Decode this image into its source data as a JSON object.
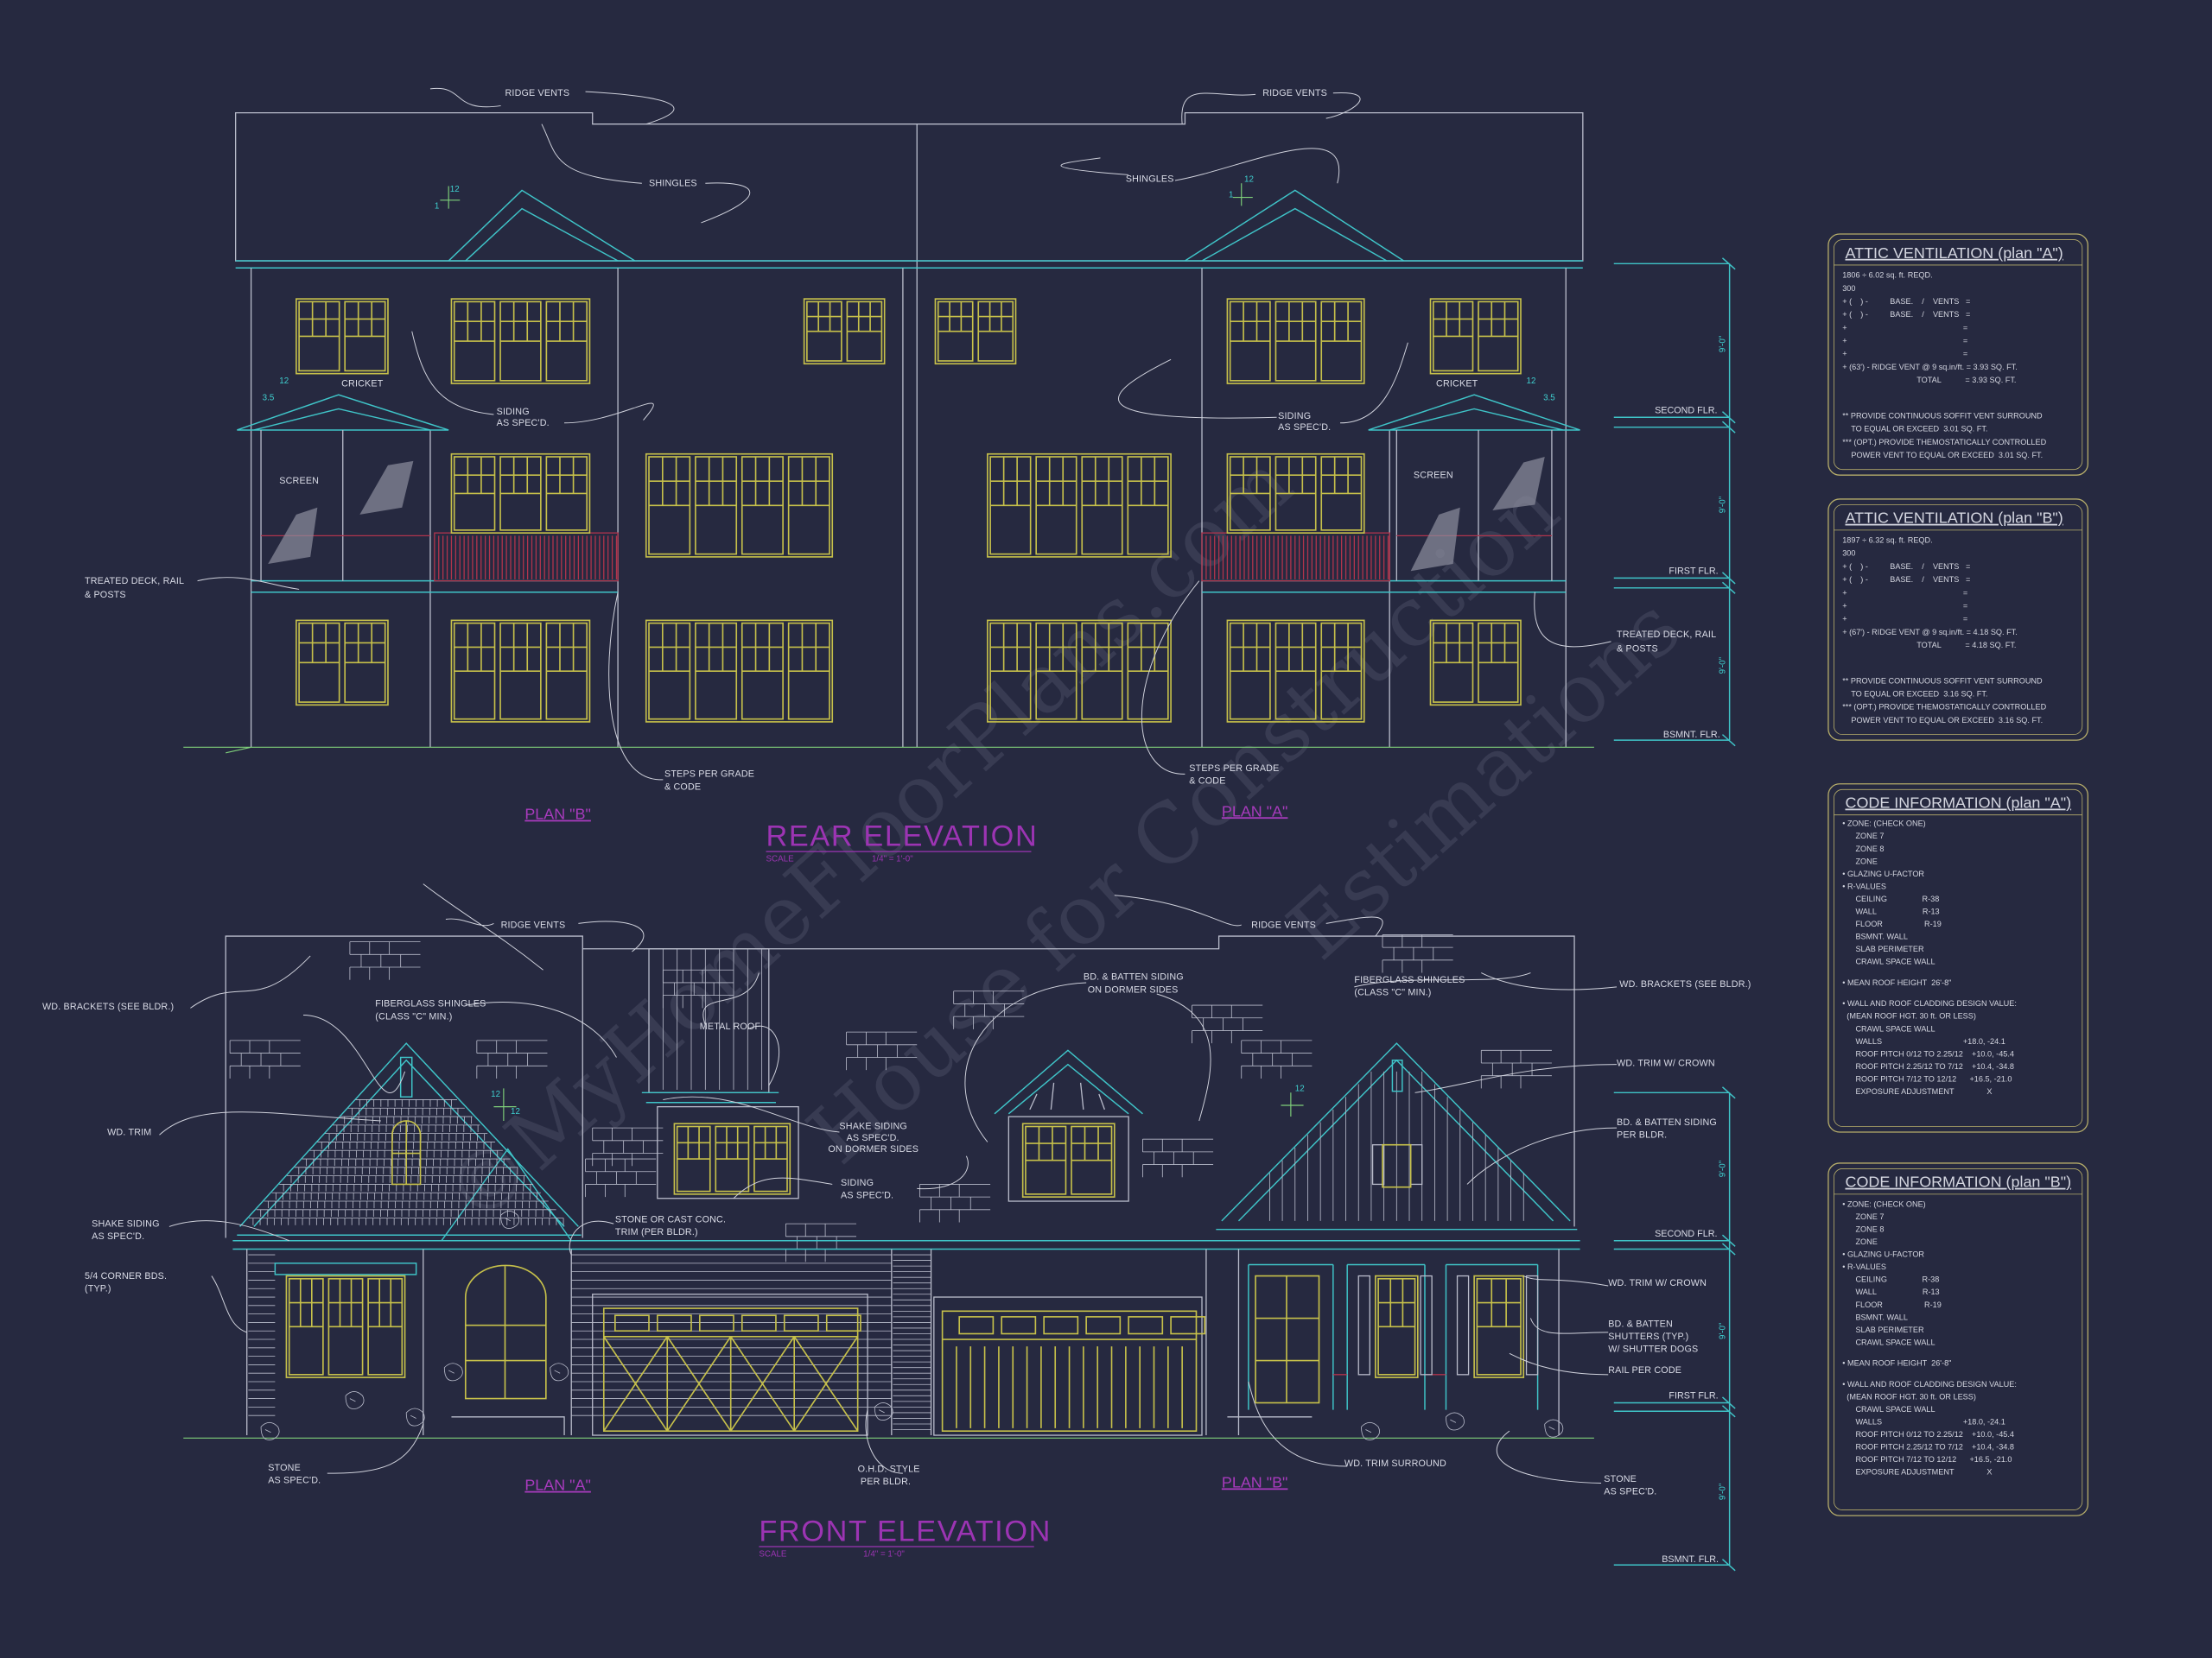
{
  "rear": {
    "title": "REAR ELEVATION",
    "scale_label": "SCALE",
    "scale_value": "1/4\" = 1'-0\"",
    "plan_left": "PLAN \"B\"",
    "plan_right": "PLAN \"A\"",
    "labels": {
      "ridge_vents_left": "RIDGE VENTS",
      "ridge_vents_right": "RIDGE VENTS",
      "shingles_left": "SHINGLES",
      "shingles_right": "SHINGLES",
      "cricket_left": "CRICKET",
      "cricket_right": "CRICKET",
      "siding_1": "SIDING",
      "siding_2": "AS SPEC'D.",
      "screen": "SCREEN",
      "deck_1": "TREATED DECK, RAIL",
      "deck_2": "& POSTS",
      "steps_1": "STEPS PER GRADE",
      "steps_2": "& CODE"
    },
    "levels": {
      "second": "SECOND FLR.",
      "first": "FIRST FLR.",
      "bsmnt": "BSMNT. FLR."
    },
    "dimension": "9'-0\""
  },
  "front": {
    "title": "FRONT ELEVATION",
    "scale_label": "SCALE",
    "scale_value": "1/4\" = 1'-0\"",
    "plan_left": "PLAN \"A\"",
    "plan_right": "PLAN \"B\"",
    "labels": {
      "ridge_vents": "RIDGE VENTS",
      "wd_brackets": "WD. BRACKETS (SEE BLDR.)",
      "fiberglass_1": "FIBERGLASS SHINGLES",
      "fiberglass_2": "(CLASS \"C\" MIN.)",
      "metal_roof": "METAL ROOF",
      "bd_batten_dormer_1": "BD. & BATTEN SIDING",
      "bd_batten_dormer_2": "ON DORMER SIDES",
      "wd_trim": "WD. TRIM",
      "wd_trim_crown": "WD. TRIM W/ CROWN",
      "shake_dormer_1": "SHAKE SIDING",
      "shake_dormer_2": "AS SPEC'D.",
      "shake_dormer_3": "ON DORMER SIDES",
      "bd_batten_bldr_1": "BD. & BATTEN SIDING",
      "bd_batten_bldr_2": "PER BLDR.",
      "siding_1": "SIDING",
      "siding_2": "AS SPEC'D.",
      "shake_1": "SHAKE SIDING",
      "shake_2": "AS SPEC'D.",
      "stone_trim_1": "STONE OR CAST CONC.",
      "stone_trim_2": "TRIM (PER BLDR.)",
      "corner_1": "5/4 CORNER BDS.",
      "corner_2": "(TYP.)",
      "shutters_1": "BD. & BATTEN",
      "shutters_2": "SHUTTERS (TYP.)",
      "shutters_3": "W/ SHUTTER DOGS",
      "rail": "RAIL PER CODE",
      "stone_1": "STONE",
      "stone_2": "AS SPEC'D.",
      "ohd_1": "O.H.D. STYLE",
      "ohd_2": "PER BLDR.",
      "trim_surround": "WD. TRIM SURROUND"
    },
    "levels": {
      "second": "SECOND FLR.",
      "first": "FIRST FLR.",
      "bsmnt": "BSMNT. FLR."
    },
    "dimension": "9'-0\""
  },
  "pitch": {
    "rise": "12",
    "run": "1",
    "porch_run": "3.5"
  },
  "tables": {
    "attic_a": {
      "title": "ATTIC VENTILATION  (plan \"A\")",
      "lines": [
        "1806 ÷ 6.02 sq. ft. REQD.",
        "300",
        "+ (    ) -          BASE.    /    VENTS   =",
        "+ (    ) -          BASE.    /    VENTS   =",
        "+                                                     =",
        "+                                                     =",
        "+                                                     =",
        "+ (63') - RIDGE VENT @ 9 sq.in/ft. = 3.93 SQ. FT.",
        "                                  TOTAL           = 3.93 SQ. FT.",
        "** PROVIDE CONTINUOUS SOFFIT VENT SURROUND",
        "    TO EQUAL OR EXCEED  3.01 SQ. FT.",
        "*** (OPT.) PROVIDE THEMOSTATICALLY CONTROLLED",
        "    POWER VENT TO EQUAL OR EXCEED  3.01 SQ. FT."
      ]
    },
    "attic_b": {
      "title": "ATTIC VENTILATION  (plan \"B\")",
      "lines": [
        "1897 ÷ 6.32 sq. ft. REQD.",
        "300",
        "+ (    ) -          BASE.    /    VENTS   =",
        "+ (    ) -          BASE.    /    VENTS   =",
        "+                                                     =",
        "+                                                     =",
        "+                                                     =",
        "+ (67') - RIDGE VENT @ 9 sq.in/ft. = 4.18 SQ. FT.",
        "                                  TOTAL           = 4.18 SQ. FT.",
        "** PROVIDE CONTINUOUS SOFFIT VENT SURROUND",
        "    TO EQUAL OR EXCEED  3.16 SQ. FT.",
        "*** (OPT.) PROVIDE THEMOSTATICALLY CONTROLLED",
        "    POWER VENT TO EQUAL OR EXCEED  3.16 SQ. FT."
      ]
    },
    "code_a": {
      "title": "CODE INFORMATION  (plan \"A\")",
      "lines": [
        "• ZONE: (CHECK ONE)",
        "      ZONE 7",
        "      ZONE 8",
        "      ZONE",
        "• GLAZING U-FACTOR",
        "• R-VALUES",
        "      CEILING                R-38",
        "      WALL                     R-13",
        "      FLOOR                   R-19",
        "      BSMNT. WALL",
        "      SLAB PERIMETER",
        "      CRAWL SPACE WALL",
        "• MEAN ROOF HEIGHT  26'-8\"",
        "• WALL AND ROOF CLADDING DESIGN VALUE:",
        "  (MEAN ROOF HGT. 30 ft. OR LESS)",
        "      CRAWL SPACE WALL",
        "      WALLS                                     +18.0, -24.1",
        "      ROOF PITCH 0/12 TO 2.25/12    +10.0, -45.4",
        "      ROOF PITCH 2.25/12 TO 7/12    +10.4, -34.8",
        "      ROOF PITCH 7/12 TO 12/12      +16.5, -21.0",
        "      EXPOSURE ADJUSTMENT               X"
      ]
    },
    "code_b": {
      "title": "CODE INFORMATION  (plan \"B\")",
      "lines": [
        "• ZONE: (CHECK ONE)",
        "      ZONE 7",
        "      ZONE 8",
        "      ZONE",
        "• GLAZING U-FACTOR",
        "• R-VALUES",
        "      CEILING                R-38",
        "      WALL                     R-13",
        "      FLOOR                   R-19",
        "      BSMNT. WALL",
        "      SLAB PERIMETER",
        "      CRAWL SPACE WALL",
        "• MEAN ROOF HEIGHT  26'-8\"",
        "• WALL AND ROOF CLADDING DESIGN VALUE:",
        "  (MEAN ROOF HGT. 30 ft. OR LESS)",
        "      CRAWL SPACE WALL",
        "      WALLS                                     +18.0, -24.1",
        "      ROOF PITCH 0/12 TO 2.25/12    +10.0, -45.4",
        "      ROOF PITCH 2.25/12 TO 7/12    +10.4, -34.8",
        "      ROOF PITCH 7/12 TO 12/12      +16.5, -21.0",
        "      EXPOSURE ADJUSTMENT               X"
      ]
    }
  },
  "watermark": [
    "©MyHomeFloorPlans.com",
    "House for Construction",
    "Estimations"
  ],
  "colors": {
    "background": "#262940",
    "cyan": "#3fc4c8",
    "windows": "#c6c04a",
    "titles": "#9c34b3",
    "railing": "#b0344c"
  }
}
